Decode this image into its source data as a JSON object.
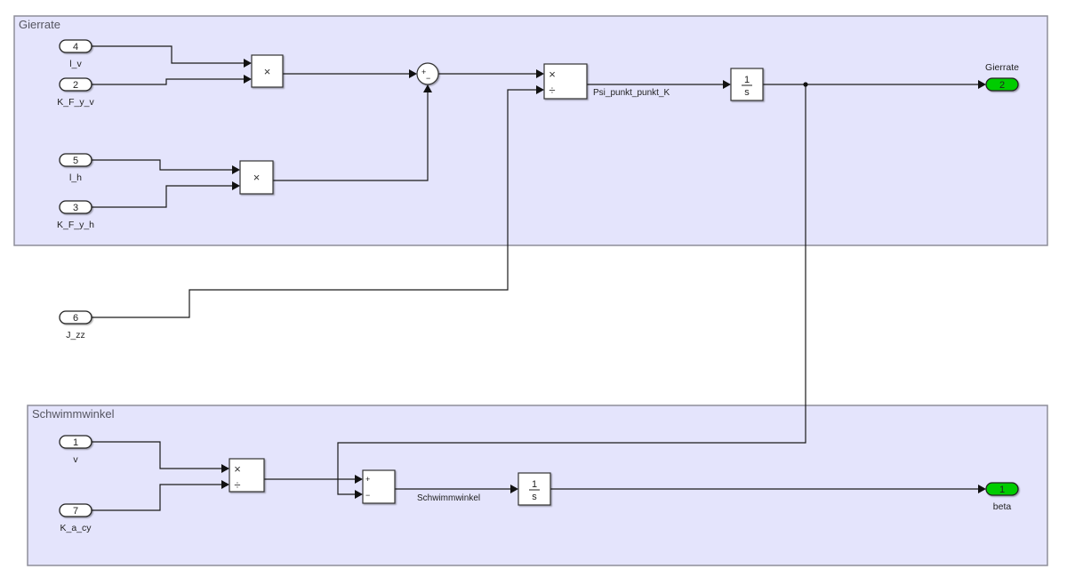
{
  "areas": {
    "gierrate": {
      "label": "Gierrate"
    },
    "schwimmwinkel": {
      "label": "Schwimmwinkel"
    }
  },
  "inports": [
    {
      "number": "4",
      "name": "l_v"
    },
    {
      "number": "2",
      "name": "K_F_y_v"
    },
    {
      "number": "5",
      "name": "l_h"
    },
    {
      "number": "3",
      "name": "K_F_y_h"
    },
    {
      "number": "6",
      "name": "J_zz"
    },
    {
      "number": "1",
      "name": "v"
    },
    {
      "number": "7",
      "name": "K_a_cy"
    }
  ],
  "outports": [
    {
      "number": "2",
      "name": "Gierrate"
    },
    {
      "number": "1",
      "name": "beta"
    }
  ],
  "blocks": {
    "product_symbol": "×",
    "divide_symbol": "÷",
    "sum_plus": "+",
    "sum_minus": "−",
    "integrator_num": "1",
    "integrator_den": "s"
  },
  "signals": {
    "psi": "Psi_punkt_punkt_K",
    "schwimm": "Schwimmwinkel"
  },
  "colors": {
    "area_fill": "#e4e4fc",
    "outport_fill": "#00cc00"
  }
}
